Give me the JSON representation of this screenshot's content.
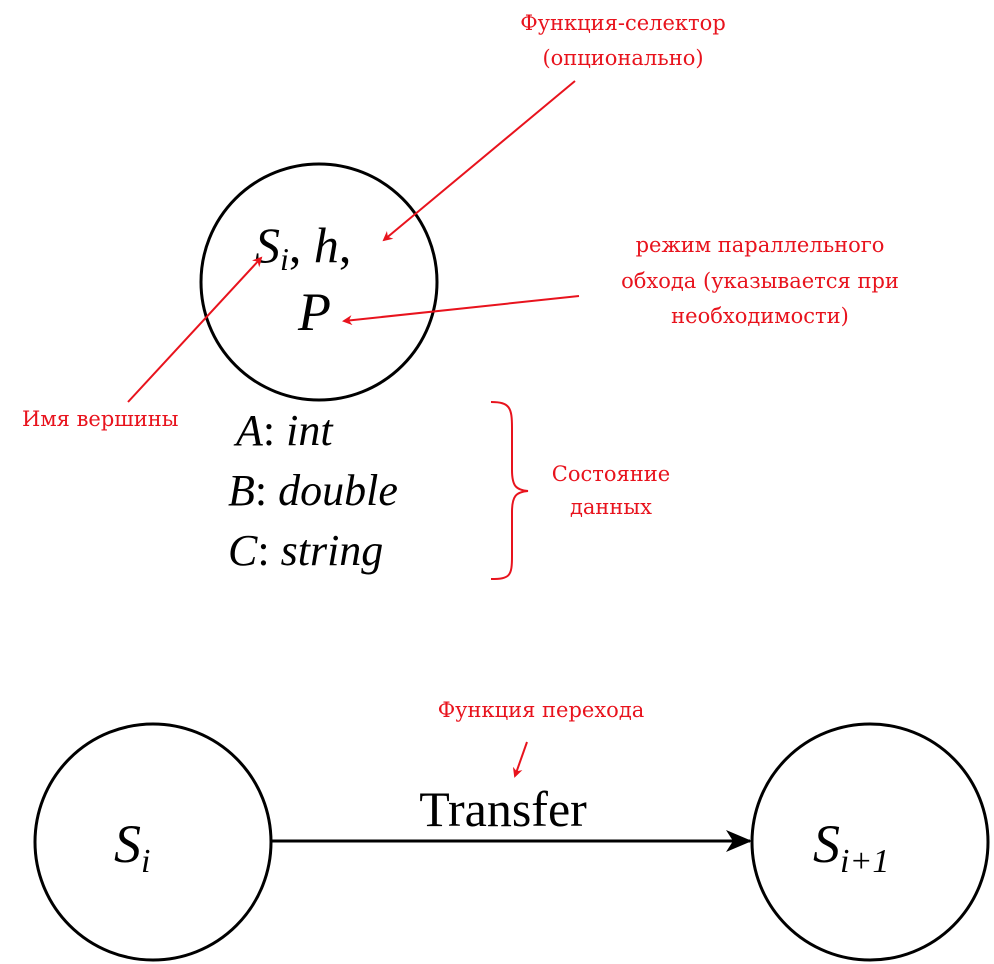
{
  "colors": {
    "annotation": "#e8131d",
    "ink": "#000000",
    "background": "#ffffff"
  },
  "top_node": {
    "name_symbol": "S",
    "name_subscript": "i",
    "sep1": ", ",
    "selector_symbol": "h",
    "sep2": ",",
    "mode_symbol": "P"
  },
  "data_state": [
    {
      "var": "A",
      "colon": ": ",
      "type": "int"
    },
    {
      "var": "B",
      "colon": ": ",
      "type": "double"
    },
    {
      "var": "C",
      "colon": ": ",
      "type": "string"
    }
  ],
  "annotations": {
    "selector_line1": "Функция-селектор",
    "selector_line2": "(опционально)",
    "mode_line1": "режим параллельного",
    "mode_line2": "обхода (указывается при",
    "mode_line3": "необходимости)",
    "vertex_name": "Имя вершины",
    "state_line1": "Состояние",
    "state_line2": "данных",
    "transfer_function": "Функция перехода"
  },
  "transition": {
    "from_symbol": "S",
    "from_subscript": "i",
    "to_symbol": "S",
    "to_subscript": "i+1",
    "label": "Transfer"
  }
}
